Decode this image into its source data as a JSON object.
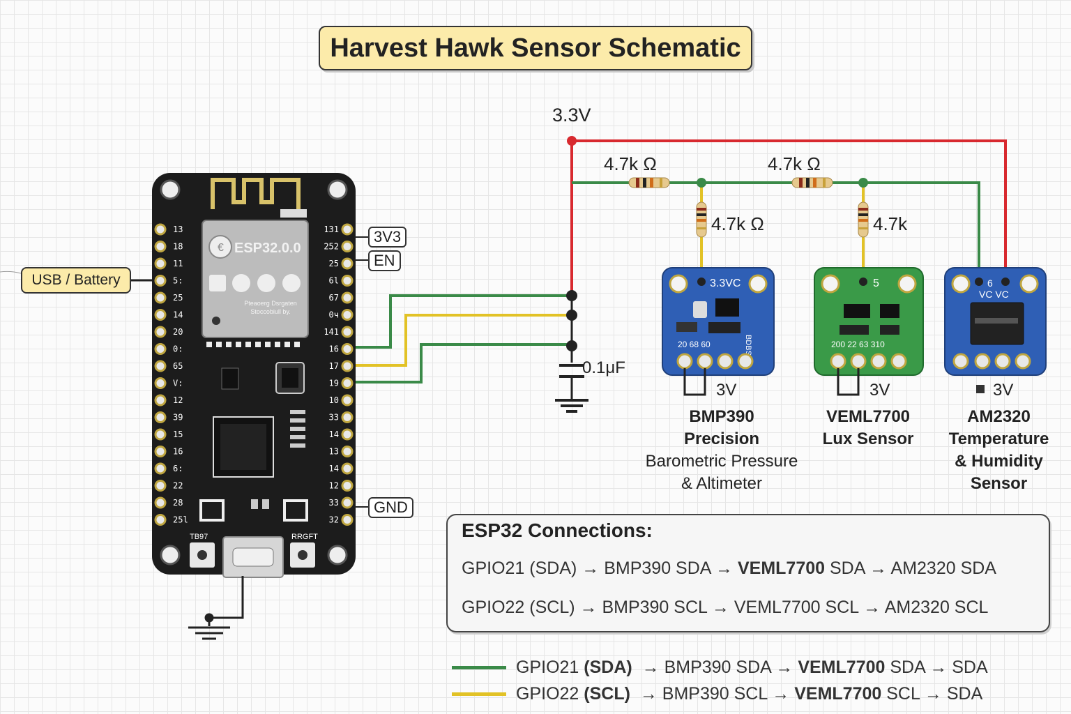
{
  "title": "Harvest Hawk Sensor Schematic",
  "power_rail_label": "3.3V",
  "resistors": {
    "r1": "4.7k Ω",
    "r2": "4.7k Ω",
    "r3": "4.7k Ω",
    "r4": "4.7k"
  },
  "capacitor_label": "0.1μF",
  "esp32": {
    "chip_label": "ESP32.0.0",
    "chip_subtext_1": "Pteaoerg Dsrgaten",
    "chip_subtext_2": "Stoccobiull by.",
    "left_pins": [
      "13",
      "18",
      "11",
      "5:",
      "25",
      "14",
      "20",
      "0:",
      "65",
      "V:",
      "12",
      "39",
      "15",
      "16",
      "6:",
      "22",
      "28",
      "25l"
    ],
    "right_pins": [
      "131",
      "252",
      "25",
      "6l",
      "67",
      "0ч",
      "141",
      "16",
      "17",
      "19",
      "10",
      "33",
      "14",
      "13",
      "14",
      "12",
      "33",
      "32"
    ],
    "button_left": "TB97",
    "button_right": "RRGFT",
    "tag_3v3": "3V3",
    "tag_en": "EN",
    "tag_gnd": "GND"
  },
  "usb_label": "USB / Battery",
  "sensors": [
    {
      "id": "bmp390",
      "color": "#2f5fb5",
      "header_label": "3.3VC",
      "pin_label": "20  68  60",
      "side_label": "BDBS",
      "power_label": "3V",
      "name_lines": [
        "BMP390",
        "Precision"
      ],
      "desc_lines": [
        "Barometric Pressure",
        "& Altimeter"
      ]
    },
    {
      "id": "veml7700",
      "color": "#3a9a48",
      "header_label": "5",
      "pin_label": "200  22  63  310",
      "power_label": "3V",
      "name_lines": [
        "VEML7700",
        "Lux Sensor"
      ]
    },
    {
      "id": "am2320",
      "color": "#2f5fb5",
      "header_label": "6",
      "header_label_2": "VC  VC",
      "power_label": "3V",
      "name_lines": [
        "AM2320",
        "Temperature",
        "& Humidity",
        "Sensor"
      ]
    }
  ],
  "connections_box": {
    "title": "ESP32 Connections:",
    "line1": {
      "a": "GPIO21 (SDA) → BMP390 SDA →",
      "b": "VEML7700",
      "c": "SDA → AM2320 SDA"
    },
    "line2": "GPIO22 (SCL) → BMP390 SCL → VEML7700 SCL →  AM2320 SCL"
  },
  "legend": [
    {
      "color": "#3a8a48",
      "pre": "GPIO21",
      "bold": "(SDA)",
      "mid": "→ BMP390 SDA →",
      "bold2": "VEML7700",
      "post": "SDA → SDA"
    },
    {
      "color": "#e2c226",
      "pre": "GPIO22",
      "bold": "(SCL)",
      "mid": "→ BMP390 SCL →",
      "bold2": "VEML7700",
      "post": "SCL → SDA"
    }
  ],
  "colors": {
    "wire_sda": "#3a8a48",
    "wire_scl": "#e2c226",
    "wire_power": "#d8292f",
    "board": "#1c1c1c"
  }
}
